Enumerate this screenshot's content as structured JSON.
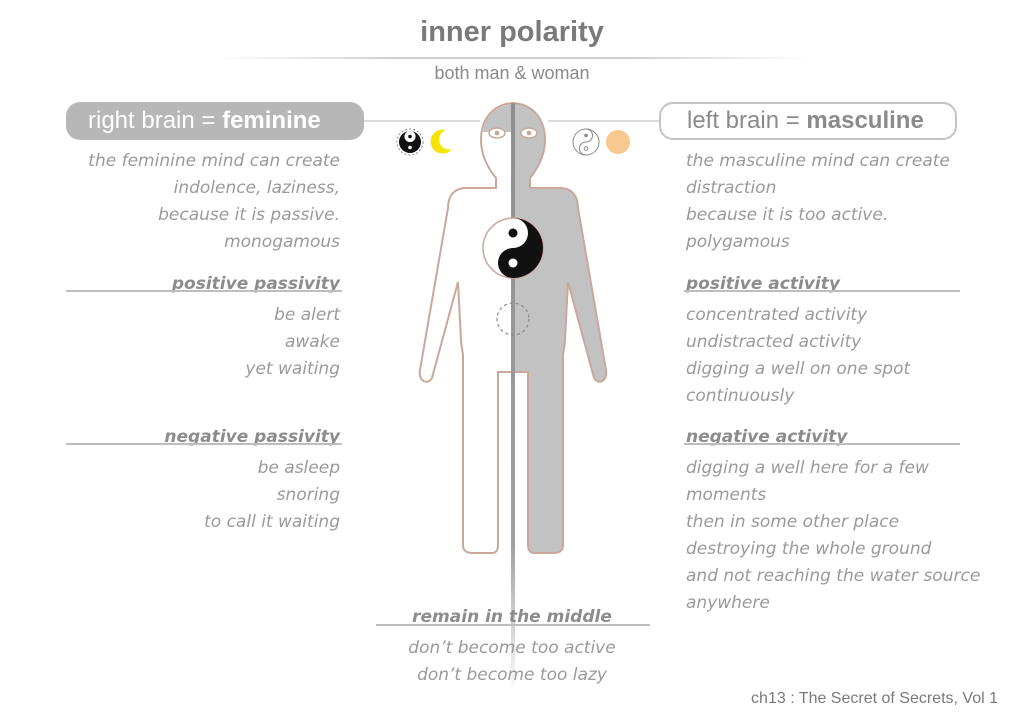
{
  "title": "inner polarity",
  "subtitle": "both man & woman",
  "left": {
    "badge_prefix": "right brain = ",
    "badge_bold": "feminine",
    "intro": [
      "the feminine mind can create",
      "indolence, laziness,",
      "because it is passive.",
      "monogamous"
    ],
    "positive_heading": "positive passivity",
    "positive_lines": [
      "be alert",
      "awake",
      "yet waiting"
    ],
    "negative_heading": "negative passivity",
    "negative_lines": [
      "be asleep",
      "snoring",
      "to call it waiting"
    ]
  },
  "right": {
    "badge_prefix": "left brain = ",
    "badge_bold": "masculine",
    "intro": [
      "the masculine mind can create",
      "distraction",
      "because it is too active.",
      "polygamous"
    ],
    "positive_heading": "positive activity",
    "positive_lines": [
      "concentrated activity",
      "undistracted activity",
      "digging a well on one spot",
      "continuously"
    ],
    "negative_heading": "negative activity",
    "negative_lines": [
      "digging a well here for a few",
      "moments",
      "then in some other place",
      "destroying the whole ground",
      "and not reaching the water source",
      "anywhere"
    ]
  },
  "middle": {
    "heading": "remain in the middle",
    "lines": [
      "don’t become too active",
      "don’t become too lazy"
    ]
  },
  "footer": "ch13 : The Secret of Secrets, Vol 1",
  "icons": {
    "left_symbols": [
      "yin-yang-icon",
      "moon-icon"
    ],
    "right_symbols": [
      "yin-yang-outline-icon",
      "sun-icon"
    ],
    "body": "human-figure-icon",
    "heart": "yin-yang-icon"
  },
  "colors": {
    "outline": "#c9a89c",
    "masculine_fill": "#c2c2c2",
    "moon": "#f5e400",
    "sun": "#f8c98f",
    "text": "#9a9a9a"
  }
}
